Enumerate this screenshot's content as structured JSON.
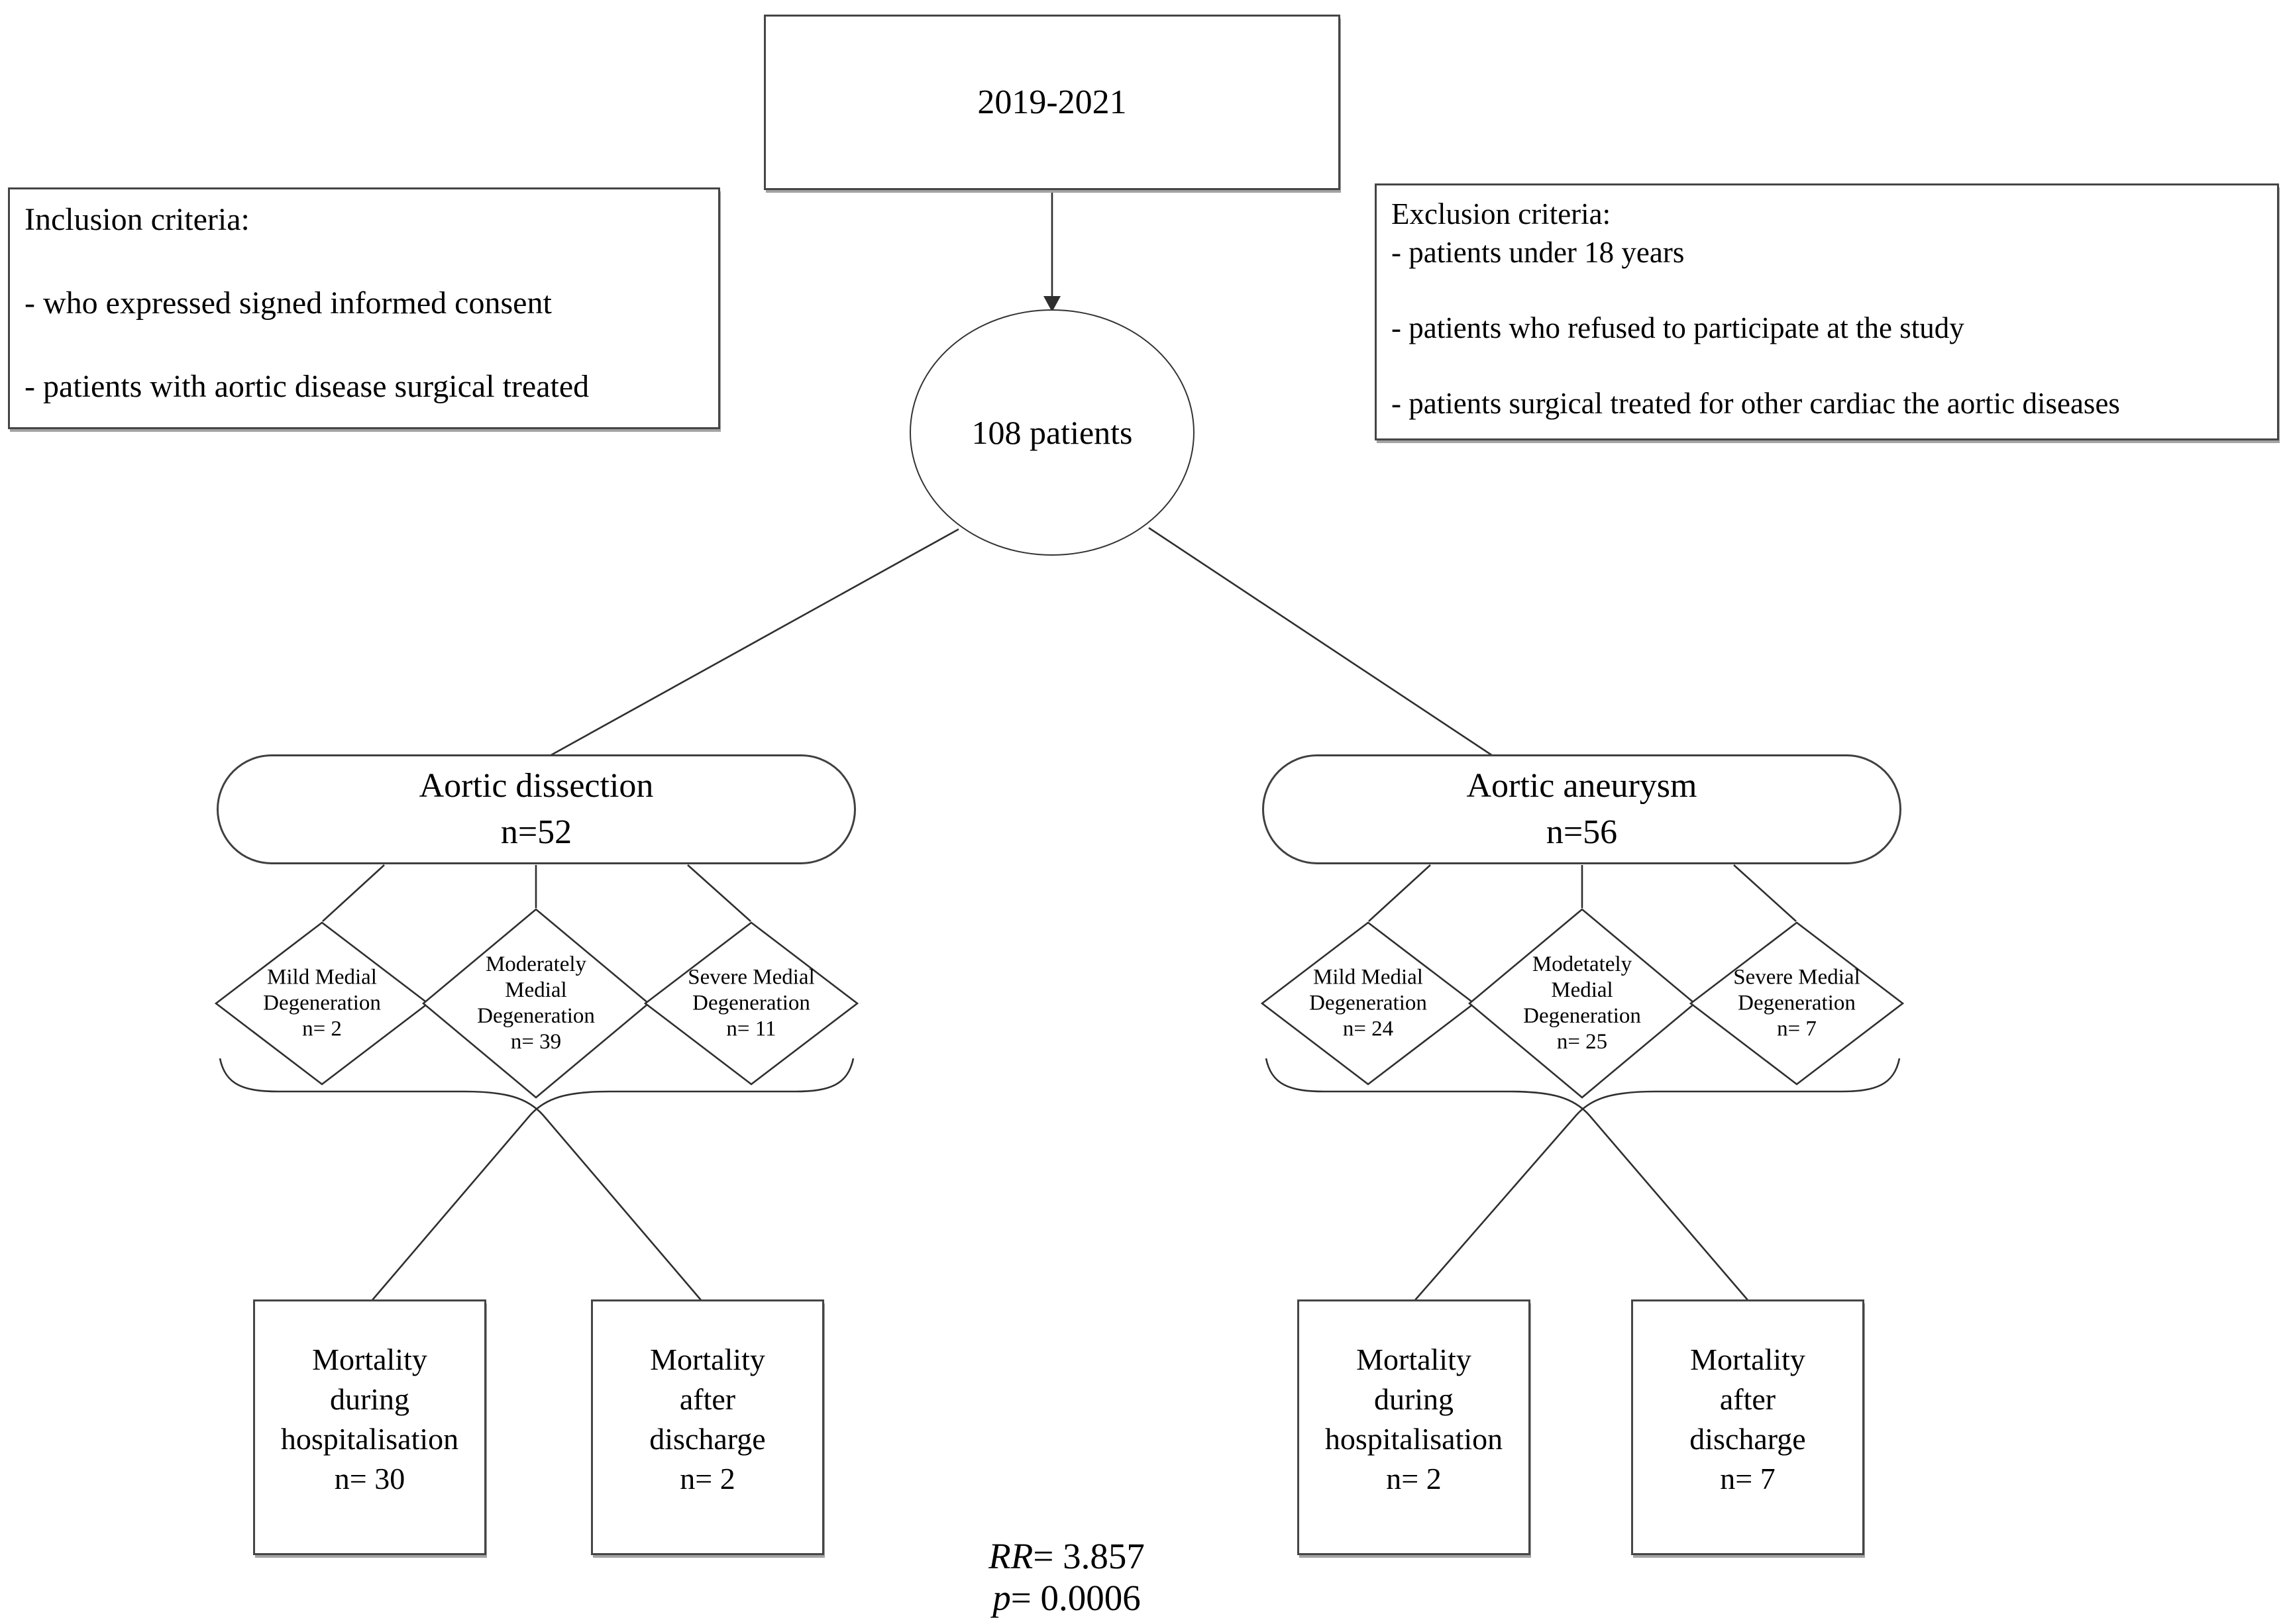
{
  "title_box": {
    "label": "2019-2021"
  },
  "inclusion": {
    "title": "Inclusion criteria:",
    "items": [
      "- who expressed signed informed consent",
      "- patients with aortic disease surgical treated"
    ]
  },
  "exclusion": {
    "title": "Exclusion criteria:",
    "items": [
      "- patients under 18 years",
      "- patients who refused to participate at the study",
      "- patients surgical treated for other cardiac the aortic diseases"
    ]
  },
  "population": {
    "label": "108 patients"
  },
  "branches": [
    {
      "name": "Aortic dissection",
      "n": "n=52",
      "diamonds": [
        {
          "lines": [
            "Mild Medial",
            "Degeneration",
            "n= 2"
          ]
        },
        {
          "lines": [
            "Moderately",
            "Medial",
            "Degeneration",
            "n= 39"
          ]
        },
        {
          "lines": [
            "Severe Medial",
            "Degeneration",
            "n= 11"
          ]
        }
      ],
      "outcomes": [
        {
          "lines": [
            "Mortality",
            "during",
            "hospitalisation",
            "n= 30"
          ]
        },
        {
          "lines": [
            "Mortality",
            "after",
            "discharge",
            "n= 2"
          ]
        }
      ]
    },
    {
      "name": "Aortic aneurysm",
      "n": "n=56",
      "diamonds": [
        {
          "lines": [
            "Mild Medial",
            "Degeneration",
            "n= 24"
          ]
        },
        {
          "lines": [
            "Modetately",
            "Medial",
            "Degeneration",
            "n= 25"
          ]
        },
        {
          "lines": [
            "Severe Medial",
            "Degeneration",
            "n= 7"
          ]
        }
      ],
      "outcomes": [
        {
          "lines": [
            "Mortality",
            "during",
            "hospitalisation",
            "n= 2"
          ]
        },
        {
          "lines": [
            "Mortality",
            "after",
            "discharge",
            "n= 7"
          ]
        }
      ]
    }
  ],
  "stats": {
    "rr_label": "RR",
    "rr_value": "= 3.857",
    "p_label": "p",
    "p_value": "= 0.0006"
  }
}
